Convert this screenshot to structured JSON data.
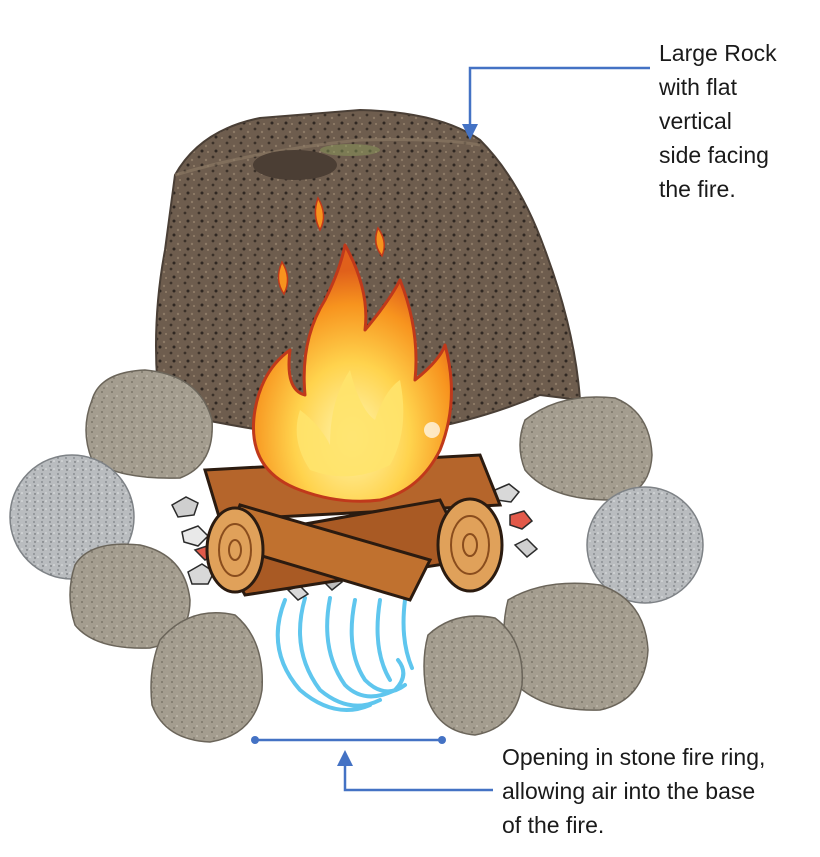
{
  "annotations": {
    "large_rock": {
      "lines": [
        "Large Rock",
        "with flat",
        "vertical",
        "side facing",
        "the fire."
      ]
    },
    "opening": {
      "lines": [
        "Opening in stone fire ring,",
        "allowing air into the base",
        "of the fire."
      ]
    }
  },
  "colors": {
    "annotation_line": "#4472c4",
    "flame_outer": "#f7931e",
    "flame_inner": "#ffe36b",
    "flame_edge": "#c0391b",
    "log_wood": "#b5652b",
    "log_end": "#e0a15a",
    "big_rock": "#6e5d4e",
    "ring_stone": "#a49d8f",
    "granite_stone": "#b9bcbf",
    "air_swirl": "#5fc6ee",
    "ember": "#e25a4a"
  },
  "icons": [
    "rock-illustration",
    "campfire-icon",
    "air-swirl-icon",
    "stone-icon",
    "arrow-down-icon",
    "arrow-up-icon"
  ]
}
